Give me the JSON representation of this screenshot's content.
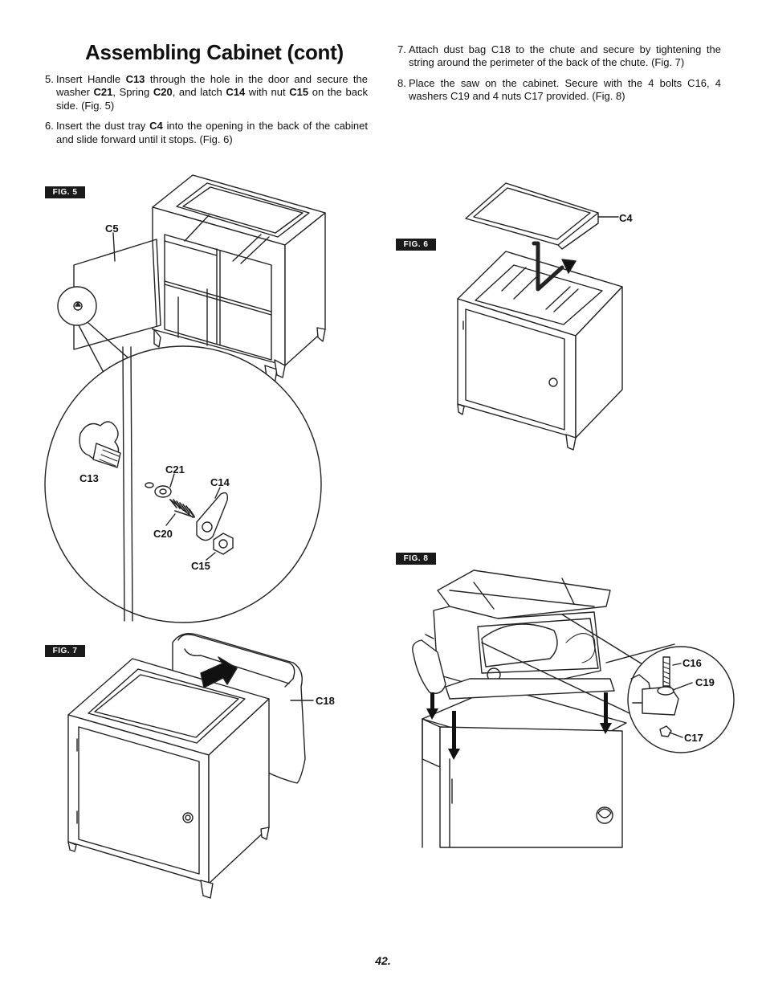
{
  "page": {
    "title": "Assembling Cabinet (cont)",
    "page_number": "42."
  },
  "steps_left": [
    {
      "num": "5.",
      "parts": [
        {
          "t": "Insert Handle ",
          "b": false
        },
        {
          "t": "C13",
          "b": true
        },
        {
          "t": " through the hole in the door and secure the washer ",
          "b": false
        },
        {
          "t": "C21",
          "b": true
        },
        {
          "t": ", Spring ",
          "b": false
        },
        {
          "t": "C20",
          "b": true
        },
        {
          "t": ", and latch ",
          "b": false
        },
        {
          "t": "C14",
          "b": true
        },
        {
          "t": " with nut ",
          "b": false
        },
        {
          "t": "C15",
          "b": true
        },
        {
          "t": " on the back side. (Fig. 5)",
          "b": false
        }
      ]
    },
    {
      "num": "6.",
      "parts": [
        {
          "t": "Insert the dust tray ",
          "b": false
        },
        {
          "t": "C4",
          "b": true
        },
        {
          "t": " into the opening in the back of the cabinet and slide forward until it stops. (Fig. 6)",
          "b": false
        }
      ]
    }
  ],
  "steps_right": [
    {
      "num": "7.",
      "parts": [
        {
          "t": "Attach dust bag C18 to the chute and secure by tightening the string around the perimeter of the back of the chute. (Fig. 7)",
          "b": false
        }
      ]
    },
    {
      "num": "8.",
      "parts": [
        {
          "t": "Place the saw on the cabinet. Secure with the 4 bolts C16, 4 washers  C19 and 4 nuts C17 provided. (Fig. 8)",
          "b": false
        }
      ]
    }
  ],
  "figures": {
    "fig5": {
      "tag": "FIG. 5",
      "labels": {
        "c5": "C5",
        "c13": "C13",
        "c21": "C21",
        "c14": "C14",
        "c20": "C20",
        "c15": "C15"
      }
    },
    "fig6": {
      "tag": "FIG. 6",
      "labels": {
        "c4": "C4"
      }
    },
    "fig7": {
      "tag": "FIG. 7",
      "labels": {
        "c18": "C18"
      }
    },
    "fig8": {
      "tag": "FIG. 8",
      "labels": {
        "c16": "C16",
        "c19": "C19",
        "c17": "C17"
      }
    }
  }
}
